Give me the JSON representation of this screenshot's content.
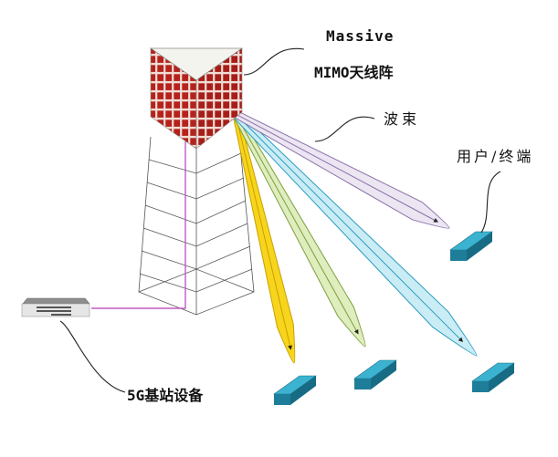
{
  "diagram": {
    "title": "Massive MIMO 5G beamforming",
    "labels": {
      "antenna_line1": "Massive",
      "antenna_line2": "MIMO天线阵",
      "beam": "波束",
      "user_terminal": "用户/终端",
      "base_station": "5G基站设备"
    },
    "beams": [
      {
        "name": "yellow-beam",
        "fill": "#f7d51d",
        "stroke": "#c9a000",
        "target": "user-1"
      },
      {
        "name": "green-beam",
        "fill": "#dfedbf",
        "stroke": "#7aa03a",
        "target": "user-2"
      },
      {
        "name": "cyan-beam",
        "fill": "#c9ecf5",
        "stroke": "#2a9cc0",
        "target": "user-3"
      },
      {
        "name": "violet-beam",
        "fill": "#ece6f3",
        "stroke": "#8a72a8",
        "target": "user-4"
      }
    ],
    "colors": {
      "antenna_red": "#b22222",
      "antenna_grid": "#f4e1dc",
      "terminal_top": "#3bb3d0",
      "terminal_side": "#1e7e9a",
      "feed_line": "#c05ac0",
      "tower_line": "#555555"
    }
  }
}
